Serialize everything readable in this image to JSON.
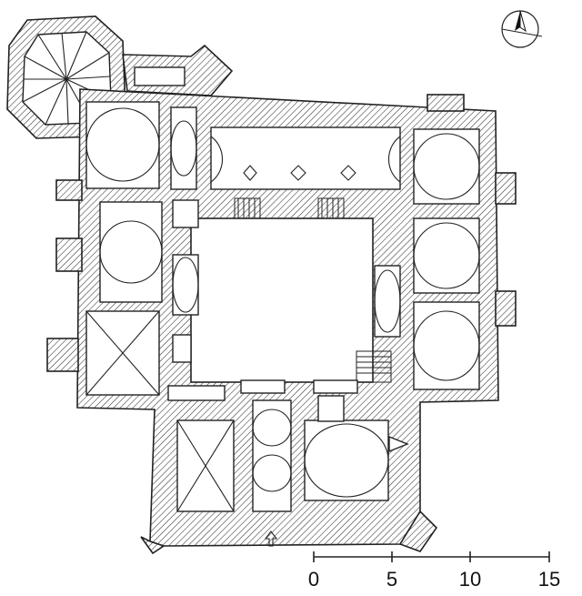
{
  "scale_bar": {
    "ticks": [
      {
        "label": "0"
      },
      {
        "label": "5"
      },
      {
        "label": "10"
      },
      {
        "label": "15"
      }
    ]
  },
  "north_arrow": {
    "icon": "north-arrow-icon"
  },
  "entrance_marker": {
    "icon": "entrance-arrow-icon"
  },
  "colors": {
    "ink": "#222222",
    "paper": "#ffffff"
  }
}
